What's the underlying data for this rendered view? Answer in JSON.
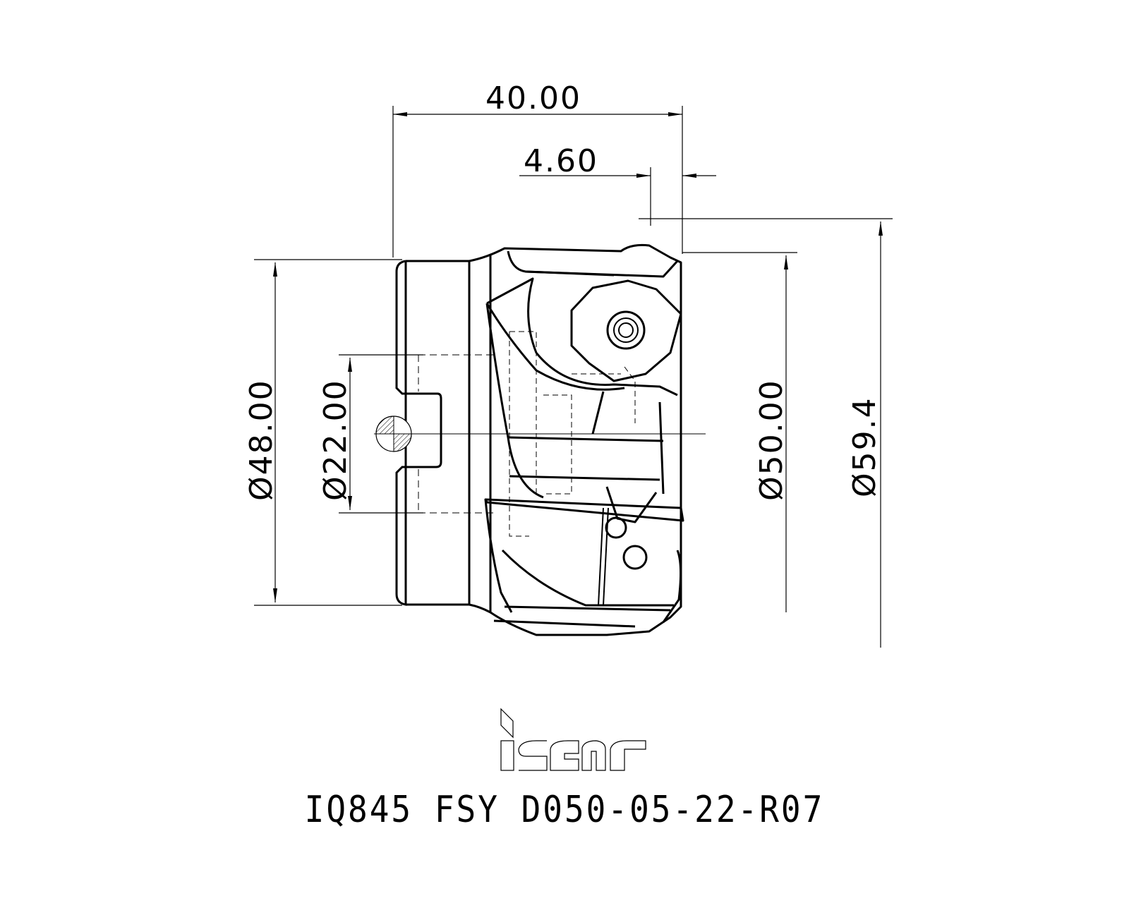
{
  "drawing": {
    "type": "technical-drawing",
    "colors": {
      "line": "#000000",
      "background": "#ffffff"
    },
    "dimensions": {
      "overall_length": "40.00",
      "step_length": "4.60",
      "shank_diameter": "Ø48.00",
      "bore_diameter": "Ø22.00",
      "cutting_diameter": "Ø50.00",
      "max_diameter": "Ø59.4"
    }
  },
  "logo": {
    "brand": "iscar",
    "icon": "iscar-logo-icon"
  },
  "product": {
    "designation": "IQ845 FSY D050-05-22-R07"
  }
}
